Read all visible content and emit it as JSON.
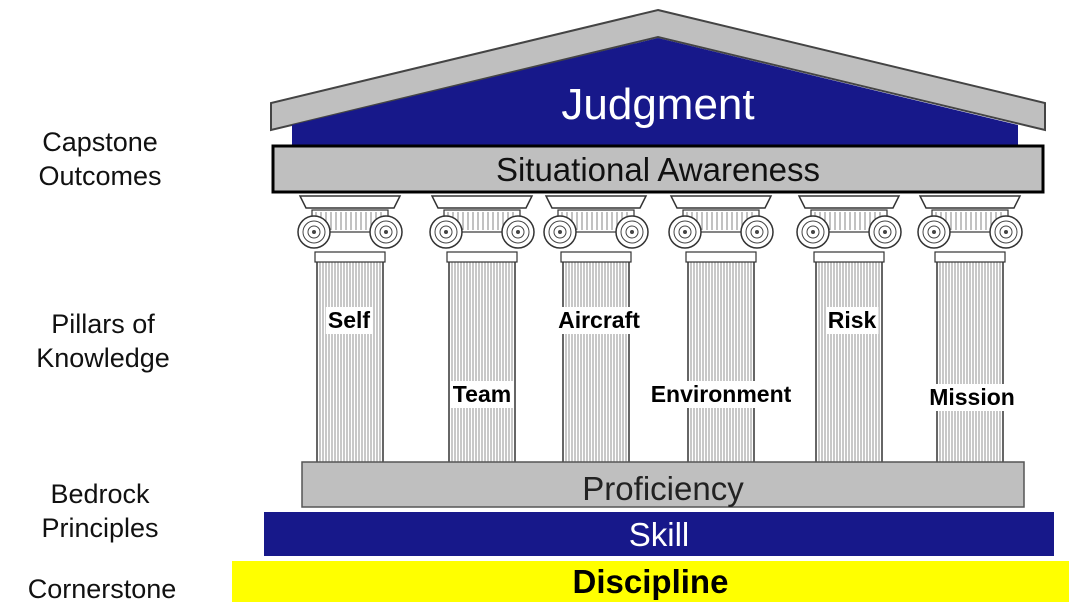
{
  "side_labels": {
    "capstone": "Capstone\nOutcomes",
    "pillars": "Pillars of\nKnowledge",
    "bedrock": "Bedrock\nPrinciples",
    "cornerstone": "Cornerstone"
  },
  "roof": {
    "title": "Judgment"
  },
  "beam": {
    "title": "Situational Awareness"
  },
  "pillars": [
    {
      "label": "Self"
    },
    {
      "label": "Team"
    },
    {
      "label": "Aircraft"
    },
    {
      "label": "Environment"
    },
    {
      "label": "Risk"
    },
    {
      "label": "Mission"
    }
  ],
  "foundation": {
    "proficiency": "Proficiency",
    "skill": "Skill",
    "discipline": "Discipline"
  },
  "colors": {
    "navy": "#17188a",
    "gray": "#bfbfbf",
    "yellow": "#ffff00",
    "dark_outline": "#333333"
  }
}
